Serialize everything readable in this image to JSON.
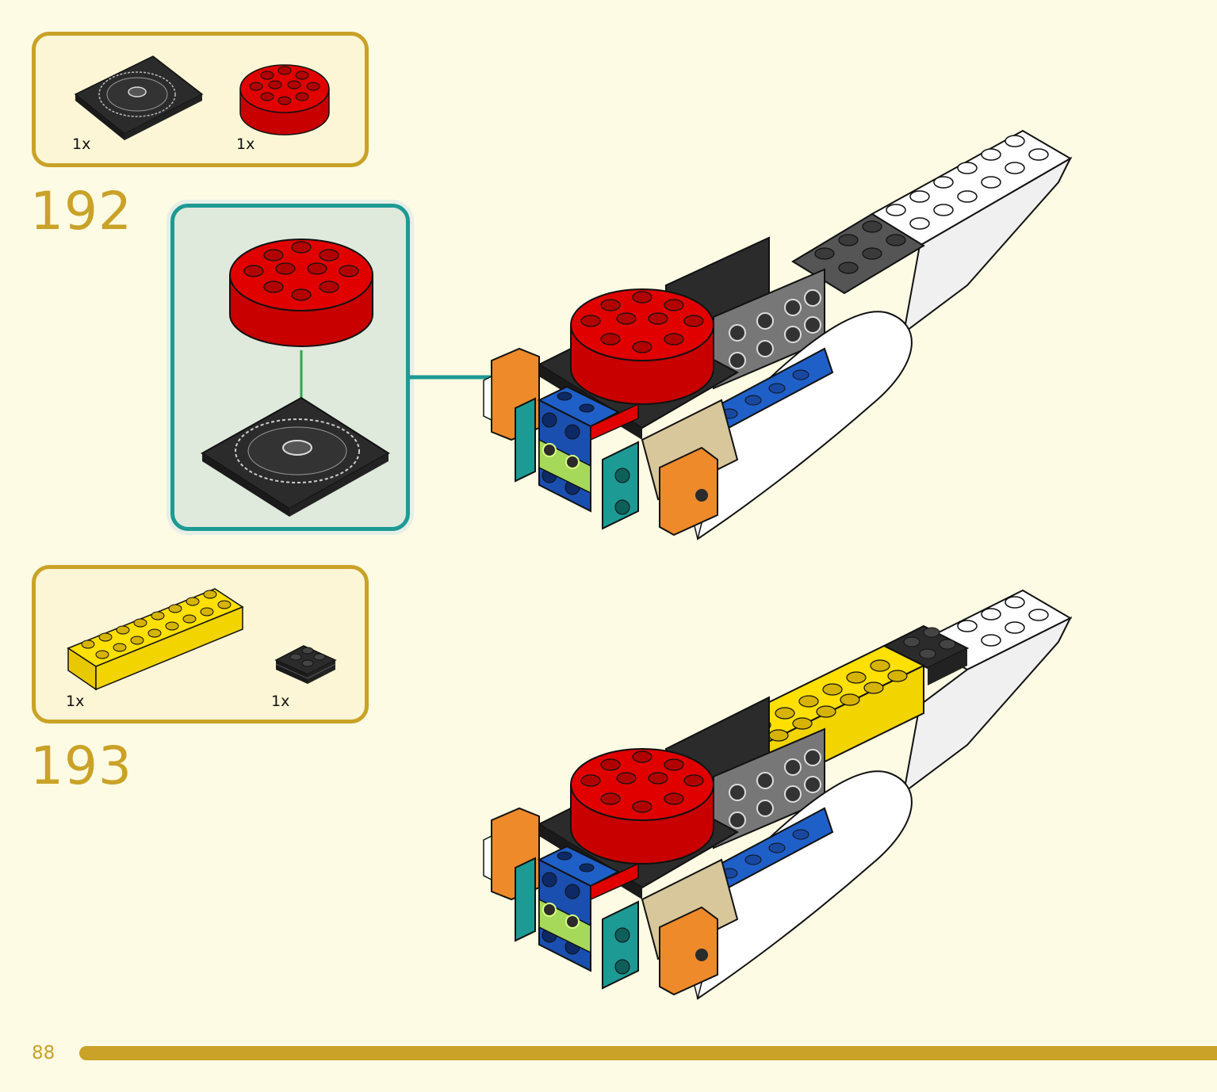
{
  "page": {
    "number": "88"
  },
  "steps": [
    {
      "number": "192",
      "parts": [
        {
          "name": "black turntable plate",
          "qty": "1x"
        },
        {
          "name": "red round brick",
          "qty": "1x"
        }
      ]
    },
    {
      "number": "193",
      "parts": [
        {
          "name": "yellow brick 2x8",
          "qty": "1x"
        },
        {
          "name": "black plate stack 2x2",
          "qty": "1x"
        }
      ]
    }
  ],
  "colors": {
    "accent_gold": "#c9a227",
    "callout_teal": "#1d9a94",
    "page_bg": "#fdfbe4",
    "brick_red": "#e00000",
    "brick_yellow": "#ffe000",
    "brick_blue": "#1f5fc8",
    "brick_orange": "#ee8a2a",
    "brick_teal": "#1d9a94",
    "brick_black": "#2b2b2b"
  }
}
